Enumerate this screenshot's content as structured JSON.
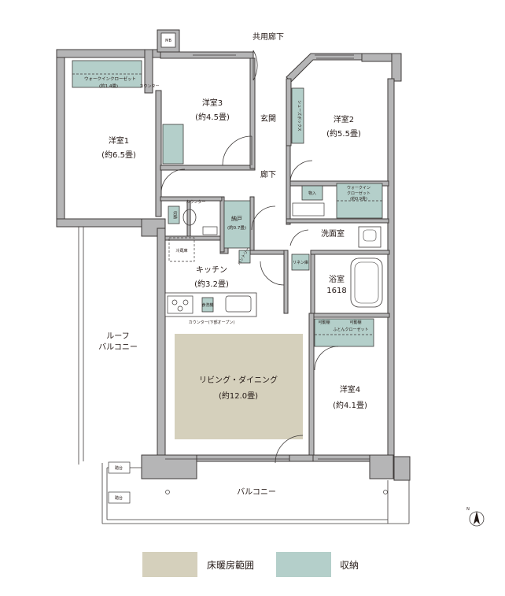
{
  "rooms": {
    "corridor_shared": "共用廊下",
    "mb": "MB",
    "youshitsu1": "洋室1",
    "youshitsu1_size": "(約6.5畳)",
    "youshitsu2": "洋室2",
    "youshitsu2_size": "(約5.5畳)",
    "youshitsu3": "洋室3",
    "youshitsu3_size": "(約4.5畳)",
    "youshitsu4": "洋室4",
    "youshitsu4_size": "(約4.1畳)",
    "genkan": "玄関",
    "rouka": "廊下",
    "senmenshitsu": "洗面室",
    "yokushitsu": "浴室",
    "yokushitsu_size": "1618",
    "kitchen": "キッチン",
    "kitchen_size": "(約3.2畳)",
    "living": "リビング・ダイニング",
    "living_size": "(約12.0畳)",
    "roof_balcony_line1": "ルーフ",
    "roof_balcony_line2": "バルコニー",
    "balcony": "バルコニー",
    "nando": "納戸",
    "nando_size": "(約0.7畳)"
  },
  "fixtures": {
    "walkin_closet1": "ウォークインクローゼット",
    "walkin_closet1_size": "(約1.4畳)",
    "counter1": "カウンター",
    "counter2": "カウンター",
    "shoes_box": "シューズボックス",
    "walkin_closet2_line1": "ウォークイン",
    "walkin_closet2_line2": "クローゼット",
    "walkin_closet2_size": "(約0.9畳)",
    "storage_in": "物入",
    "linen": "リネン庫",
    "pantry": "パントリー",
    "fridge": "冷蔵庫",
    "dishwasher": "食洗機",
    "counter_kitchen": "カウンター(下部オープン)",
    "movable1": "可動棚",
    "movable2": "可動棚",
    "futon_closet": "ふとんクローゼット",
    "stepstool1": "踏台",
    "stepstool2": "踏台",
    "closet_small": "収納"
  },
  "compass": {
    "label": "N"
  },
  "legend": {
    "floor_heating": "床暖房範囲",
    "storage": "収納",
    "floor_heating_color": "#d5d0bc",
    "storage_color": "#b4cfca"
  }
}
